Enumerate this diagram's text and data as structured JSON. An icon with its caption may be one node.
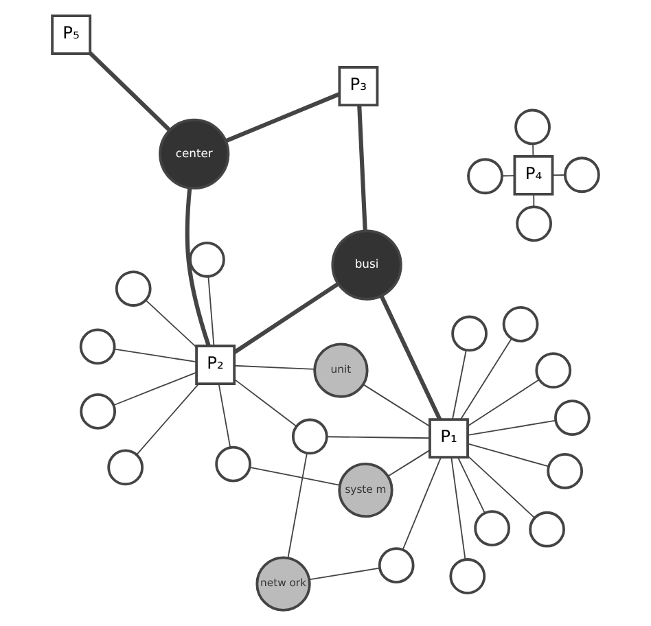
{
  "diagram": {
    "nodes": [
      {
        "text": [
          "P₄"
        ]
      },
      {
        "text": [],
        "shape": "circle"
      },
      {
        "text": [],
        "shape": "circle"
      },
      {
        "text": [],
        "shape": "circle"
      },
      {
        "text": [],
        "shape": "circle"
      },
      {
        "text": [
          "P₃"
        ]
      },
      {
        "text": [
          "P₅"
        ]
      },
      {
        "text": [
          "busi"
        ]
      },
      {
        "text": [
          "center"
        ]
      },
      {
        "text": [],
        "shape": "circle"
      },
      {
        "text": [
          "netw ork"
        ]
      },
      {
        "text": [],
        "shape": "circle"
      },
      {
        "text": [],
        "shape": "circle"
      },
      {
        "text": [],
        "shape": "circle"
      },
      {
        "text": [],
        "shape": "circle"
      },
      {
        "text": [],
        "shape": "circle"
      },
      {
        "text": [],
        "shape": "circle"
      },
      {
        "text": [
          "syste m"
        ]
      },
      {
        "text": [
          "P₁"
        ]
      },
      {
        "text": [],
        "shape": "circle"
      },
      {
        "text": [],
        "shape": "circle"
      },
      {
        "text": [
          "P₂"
        ]
      },
      {
        "text": [],
        "shape": "circle"
      },
      {
        "text": [],
        "shape": "circle"
      },
      {
        "text": [],
        "shape": "circle"
      },
      {
        "text": [],
        "shape": "circle"
      },
      {
        "text": [],
        "shape": "circle"
      },
      {
        "text": [],
        "shape": "circle"
      },
      {
        "text": [
          "unit"
        ]
      },
      {
        "text": [],
        "shape": "circle"
      }
    ],
    "edges": [
      {
        "from": 0,
        "to": 1,
        "arrow": "none"
      },
      {
        "from": 0,
        "to": 2,
        "arrow": "none"
      },
      {
        "from": 0,
        "to": 3,
        "arrow": "none"
      },
      {
        "from": 0,
        "to": 4,
        "arrow": "none"
      },
      {
        "from": 5,
        "to": 7,
        "arrow": "none",
        "style": "thick"
      },
      {
        "from": 5,
        "to": 8,
        "arrow": "none",
        "style": "thick"
      },
      {
        "from": 6,
        "to": 8,
        "arrow": "none",
        "style": "thick"
      },
      {
        "from": 7,
        "to": 18,
        "arrow": "none",
        "style": "thick"
      },
      {
        "from": 7,
        "to": 21,
        "arrow": "none",
        "style": "thick"
      },
      {
        "from": 8,
        "to": 21,
        "arrow": "none",
        "style": "thick"
      },
      {
        "from": 9,
        "to": 18,
        "arrow": "none"
      },
      {
        "from": 10,
        "to": 11,
        "arrow": "none"
      },
      {
        "from": 10,
        "to": 13,
        "arrow": "none"
      },
      {
        "from": 11,
        "to": 18,
        "arrow": "none"
      },
      {
        "from": 13,
        "to": 18,
        "arrow": "none"
      },
      {
        "from": 13,
        "to": 21,
        "arrow": "none"
      },
      {
        "from": 12,
        "to": 21,
        "arrow": "none"
      },
      {
        "from": 14,
        "to": 18,
        "arrow": "none"
      },
      {
        "from": 15,
        "to": 21,
        "arrow": "none"
      },
      {
        "from": 16,
        "to": 18,
        "arrow": "none"
      },
      {
        "from": 18,
        "to": 17,
        "arrow": "none"
      },
      {
        "from": 19,
        "to": 18,
        "arrow": "none"
      },
      {
        "from": 20,
        "to": 21,
        "arrow": "none"
      },
      {
        "from": 20,
        "to": 17,
        "arrow": "none"
      },
      {
        "from": 22,
        "to": 18,
        "arrow": "none"
      },
      {
        "from": 24,
        "to": 18,
        "arrow": "none"
      },
      {
        "from": 26,
        "to": 18,
        "arrow": "none"
      },
      {
        "from": 29,
        "to": 18,
        "arrow": "none"
      },
      {
        "from": 28,
        "to": 18,
        "arrow": "none"
      },
      {
        "from": 28,
        "to": 21,
        "arrow": "none"
      },
      {
        "from": 25,
        "to": 21,
        "arrow": "none"
      },
      {
        "from": 27,
        "to": 21,
        "arrow": "none"
      },
      {
        "from": 23,
        "to": 21,
        "arrow": "none"
      }
    ]
  }
}
